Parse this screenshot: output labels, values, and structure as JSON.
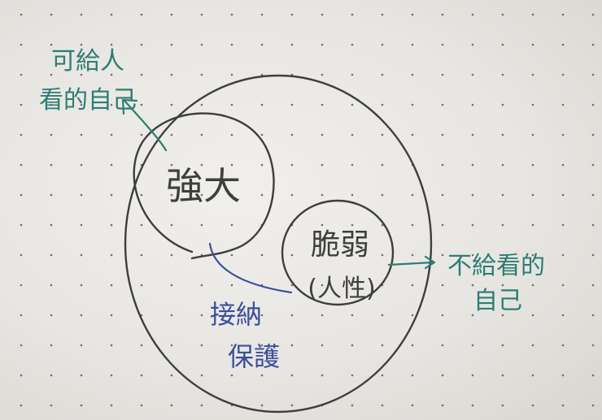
{
  "colors": {
    "pencil": "#3e3e3e",
    "green_ink": "#2d7d74",
    "blue_ink": "#3a4f9c",
    "paper": "#ecebe8",
    "dots": "#6e6e6e"
  },
  "labels": {
    "strong": "強大",
    "fragile": "脆弱",
    "human_nature": "(人性)",
    "show_others_line1": "可給人",
    "show_others_line2": "看的自己",
    "hidden_line1": "不給看的",
    "hidden_line2": "自己",
    "accept_line1": "接納",
    "accept_line2": "保護"
  }
}
